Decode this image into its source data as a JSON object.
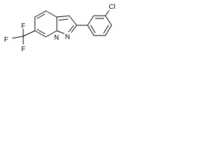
{
  "molecule": {
    "atoms": {
      "chlorine": "Cl",
      "pyrazole_nitrogen": "N",
      "bridgehead_nitrogen": "N",
      "fluorine_top": "F",
      "fluorine_left": "F",
      "fluorine_bottom": "F"
    }
  },
  "colors": {
    "background": "#ffffff",
    "bond": "#000000",
    "label": "#000000"
  }
}
